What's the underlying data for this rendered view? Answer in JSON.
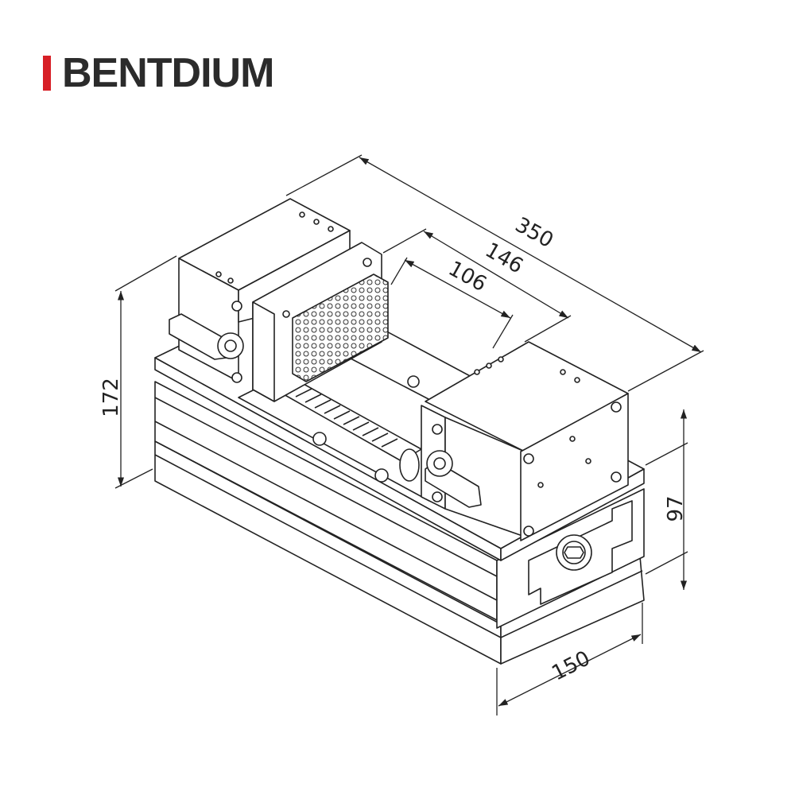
{
  "brand": {
    "name": "BENTDIUM",
    "accent_color": "#d71f26",
    "text_color": "#2b2b2b"
  },
  "dimensions": {
    "overall_length": "350",
    "jaw_opening_max": "146",
    "jaw_opening_min": "106",
    "overall_height": "172",
    "base_height": "97",
    "width": "150"
  },
  "line_color": "#222222"
}
